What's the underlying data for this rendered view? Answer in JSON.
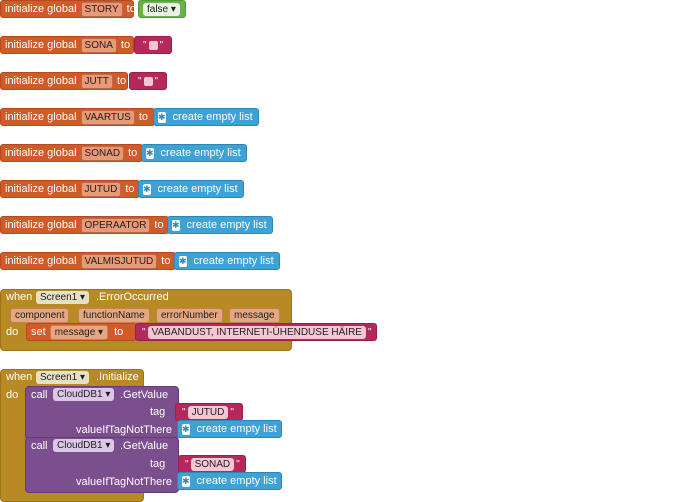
{
  "globals": [
    {
      "kw_init": "initialize global",
      "name": "STORY",
      "kw_to": "to",
      "value_kind": "boolean",
      "value": "false"
    },
    {
      "kw_init": "initialize global",
      "name": "SONA",
      "kw_to": "to",
      "value_kind": "empty-text"
    },
    {
      "kw_init": "initialize global",
      "name": "JUTT",
      "kw_to": "to",
      "value_kind": "empty-text"
    },
    {
      "kw_init": "initialize global",
      "name": "VAARTUS",
      "kw_to": "to",
      "value_kind": "list",
      "value": "create empty list"
    },
    {
      "kw_init": "initialize global",
      "name": "SONAD",
      "kw_to": "to",
      "value_kind": "list",
      "value": "create empty list"
    },
    {
      "kw_init": "initialize global",
      "name": "JUTUD",
      "kw_to": "to",
      "value_kind": "list",
      "value": "create empty list"
    },
    {
      "kw_init": "initialize global",
      "name": "OPERAATOR",
      "kw_to": "to",
      "value_kind": "list",
      "value": "create empty list"
    },
    {
      "kw_init": "initialize global",
      "name": "VALMISJUTUD",
      "kw_to": "to",
      "value_kind": "list",
      "value": "create empty list"
    }
  ],
  "error_event": {
    "when": "when",
    "component": "Screen1",
    "event": ".ErrorOccurred",
    "params": [
      "component",
      "functionName",
      "errorNumber",
      "message"
    ],
    "do": "do",
    "set": "set",
    "var": "message",
    "to": "to",
    "text": "VABANDUST, INTERNETI-ÜHENDUSE HÄIRE",
    "quote": "\""
  },
  "init_event": {
    "when": "when",
    "component": "Screen1",
    "event": ".Initialize",
    "do": "do",
    "calls": [
      {
        "call": "call",
        "component": "CloudDB1",
        "method": ".GetValue",
        "tag_label": "tag",
        "tag": "JUTUD",
        "vin_label": "valueIfTagNotThere",
        "vin": "create empty list"
      },
      {
        "call": "call",
        "component": "CloudDB1",
        "method": ".GetValue",
        "tag_label": "tag",
        "tag": "SONAD",
        "vin_label": "valueIfTagNotThere",
        "vin": "create empty list"
      }
    ]
  },
  "glyphs": {
    "dropdown": "▾",
    "gear": "✱",
    "quote": "\""
  },
  "colors": {
    "variable": "#d05a2a",
    "list": "#3fa2d4",
    "logic": "#6ab04c",
    "text": "#b5285b",
    "event": "#b78a23",
    "procedure": "#7b4e8e"
  }
}
